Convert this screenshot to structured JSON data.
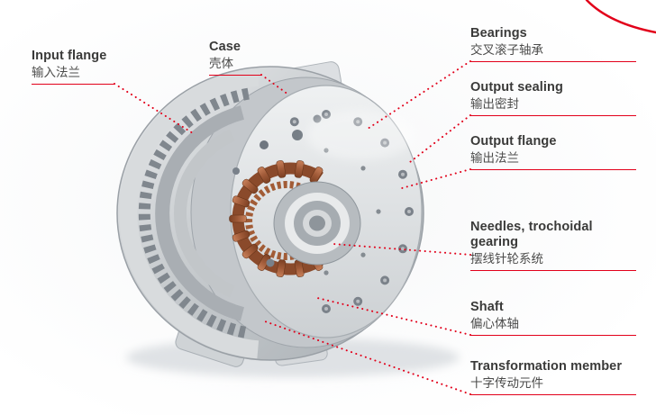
{
  "accent_color": "#e2001a",
  "illustration": {
    "alt": "Cut-away 3D render of a cycloidal precision gearbox with copper needle rollers and bolt-circle output flange"
  },
  "labels": [
    {
      "id": "input-flange",
      "en": "Input flange",
      "zh": "输入法兰"
    },
    {
      "id": "case",
      "en": "Case",
      "zh": "壳体"
    },
    {
      "id": "bearings",
      "en": "Bearings",
      "zh": "交叉滚子轴承"
    },
    {
      "id": "output-sealing",
      "en": "Output sealing",
      "zh": "输出密封"
    },
    {
      "id": "output-flange",
      "en": "Output flange",
      "zh": "输出法兰"
    },
    {
      "id": "needles-trochoidal-gearing",
      "en": "Needles, trochoidal gearing",
      "zh": "摆线针轮系统"
    },
    {
      "id": "shaft",
      "en": "Shaft",
      "zh": "偏心体轴"
    },
    {
      "id": "transformation-member",
      "en": "Transformation member",
      "zh": "十字传动元件"
    }
  ]
}
